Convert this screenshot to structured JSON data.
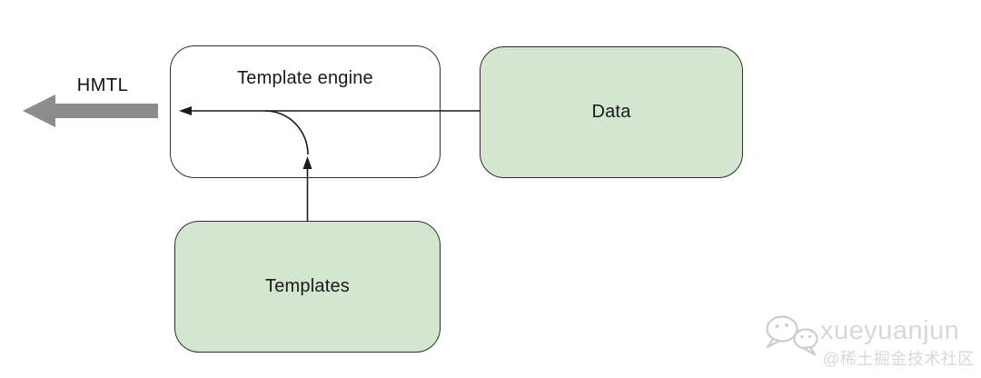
{
  "diagram": {
    "nodes": {
      "template_engine": {
        "label": "Template engine",
        "fill": "#ffffff"
      },
      "data": {
        "label": "Data",
        "fill": "#d5e6d0"
      },
      "templates": {
        "label": "Templates",
        "fill": "#d5e6d0"
      }
    },
    "output_arrow": {
      "label": "HMTL",
      "color": "#8c8c8c"
    },
    "connector_color": "#1a1a1a",
    "border_color": "#2f2f2f"
  },
  "watermark": {
    "handle": "xueyuanjun",
    "community": "@稀土掘金技术社区",
    "icon": "wechat-icon",
    "color": "#d8d8d8",
    "icon_stroke": "#cccccc"
  }
}
